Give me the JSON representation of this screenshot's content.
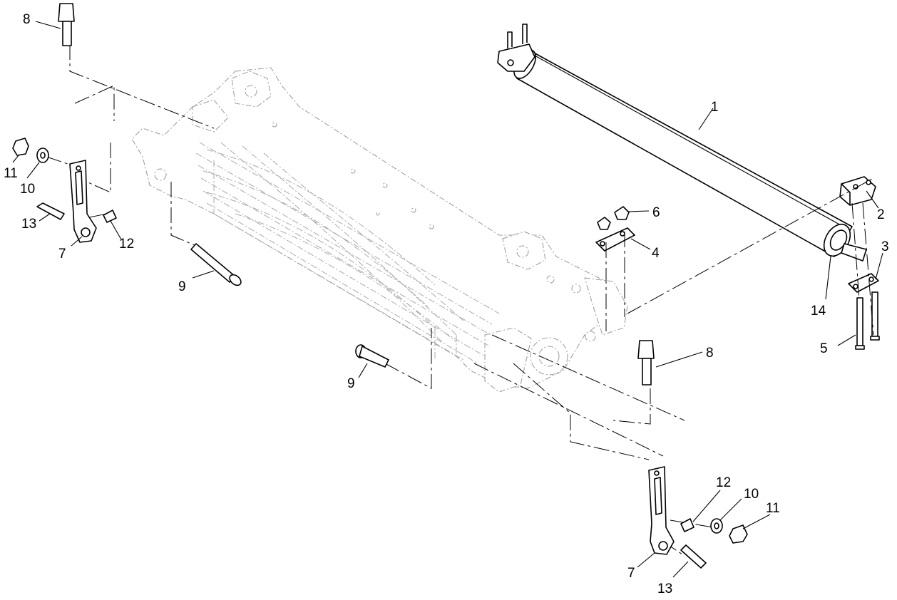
{
  "callouts": [
    {
      "id": "c1",
      "text": "1"
    },
    {
      "id": "c2",
      "text": "2"
    },
    {
      "id": "c3",
      "text": "3"
    },
    {
      "id": "c4",
      "text": "4"
    },
    {
      "id": "c5",
      "text": "5"
    },
    {
      "id": "c6",
      "text": "6"
    },
    {
      "id": "c7a",
      "text": "7"
    },
    {
      "id": "c7b",
      "text": "7"
    },
    {
      "id": "c8a",
      "text": "8"
    },
    {
      "id": "c8b",
      "text": "8"
    },
    {
      "id": "c9a",
      "text": "9"
    },
    {
      "id": "c9b",
      "text": "9"
    },
    {
      "id": "c10a",
      "text": "10"
    },
    {
      "id": "c10b",
      "text": "10"
    },
    {
      "id": "c11a",
      "text": "11"
    },
    {
      "id": "c11b",
      "text": "11"
    },
    {
      "id": "c12a",
      "text": "12"
    },
    {
      "id": "c12b",
      "text": "12"
    },
    {
      "id": "c13a",
      "text": "13"
    },
    {
      "id": "c13b",
      "text": "13"
    },
    {
      "id": "c14",
      "text": "14"
    }
  ]
}
